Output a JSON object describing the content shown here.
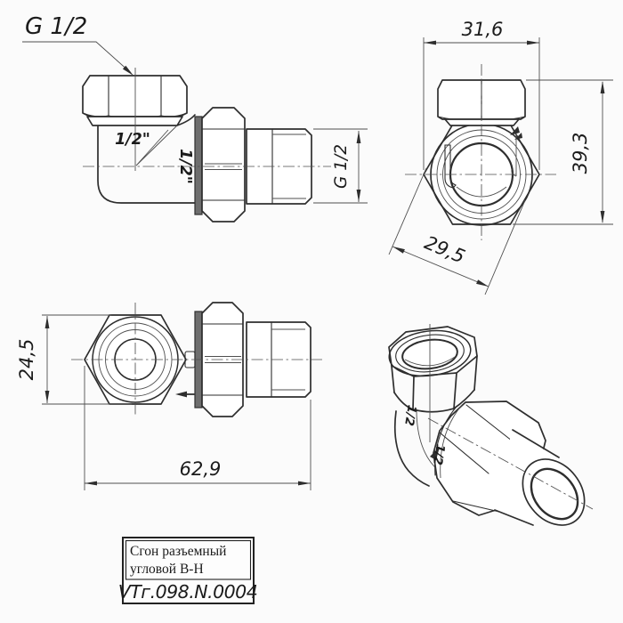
{
  "drawing": {
    "labels": {
      "g_thread_callout": "G 1/2",
      "g_thread_male": "G 1/2",
      "half_inch_body": "1/2\"",
      "half_inch_union": "1/2\"",
      "iso_mark_a": "1/2",
      "iso_mark_b": "1/2"
    },
    "dimensions": {
      "width": "31,6",
      "height": "39,3",
      "flats_diagonal": "29,5",
      "flats_front": "24,5",
      "length": "62,9"
    },
    "title_block": {
      "name_line1": "Сгон разъемный",
      "name_line2": "угловой В-Н",
      "article": "VTг.098.N.0004"
    },
    "colors": {
      "line": "#2e2e2e",
      "thin": "#4f4f4f",
      "text": "#1b1b1b",
      "flange": "#6e6e6e",
      "paper": "#fbfbfb"
    }
  }
}
